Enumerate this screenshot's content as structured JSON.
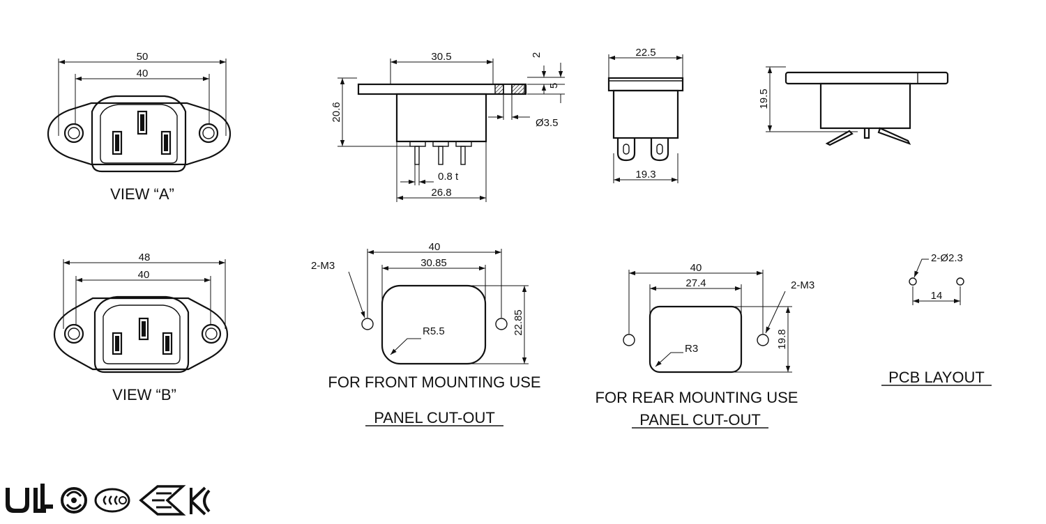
{
  "view_a": {
    "caption": "VIEW “A”",
    "dims": {
      "overall": "50",
      "holes": "40"
    }
  },
  "view_b": {
    "caption": "VIEW “B”",
    "dims": {
      "overall": "48",
      "holes": "40"
    }
  },
  "side_view": {
    "dims": {
      "flange": "30.5",
      "height": "20.6",
      "flange_thickness": "2",
      "flange_offset": "5",
      "hole_dia": "Ø3.5",
      "pin_thickness": "0.8 t",
      "body_width": "26.8"
    }
  },
  "front_view": {
    "dims": {
      "top": "22.5",
      "bottom": "19.3"
    }
  },
  "profile_view": {
    "dims": {
      "height": "19.5"
    }
  },
  "front_cutout": {
    "caption_line1": "FOR FRONT MOUNTING USE",
    "caption_line2": "PANEL CUT-OUT",
    "dims": {
      "holes": "40",
      "width": "30.85",
      "height": "22.85",
      "radius": "R5.5",
      "thread": "2-M3"
    }
  },
  "rear_cutout": {
    "caption_line1": "FOR REAR MOUNTING USE",
    "caption_line2": "PANEL CUT-OUT",
    "dims": {
      "holes": "40",
      "width": "27.4",
      "height": "19.8",
      "radius": "R3",
      "thread": "2-M3"
    }
  },
  "pcb_layout": {
    "caption": "PCB LAYOUT",
    "dims": {
      "holes": "2-Ø2.3",
      "pitch": "14"
    }
  },
  "logos": [
    "ul-logo",
    "csa-logo",
    "ccc-logo",
    "enec-logo",
    "kc-logo"
  ],
  "colors": {
    "ink": "#111111",
    "paper": "#ffffff"
  }
}
